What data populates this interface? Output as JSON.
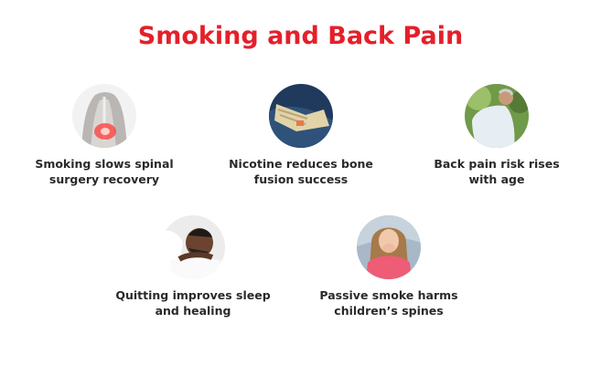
{
  "title": "Smoking and Back Pain",
  "accent_color": "#e4202a",
  "items": [
    {
      "label_line1": "Smoking slows spinal",
      "label_line2": "surgery recovery",
      "image": "back-pain-spine-image"
    },
    {
      "label_line1": "Nicotine reduces bone",
      "label_line2": "fusion success",
      "image": "foot-bone-xray-image"
    },
    {
      "label_line1": "Back pain risk rises",
      "label_line2": "with age",
      "image": "elderly-man-back-pain-image"
    },
    {
      "label_line1": "Quitting improves sleep",
      "label_line2": "and healing",
      "image": "man-sleeping-image"
    },
    {
      "label_line1": "Passive smoke harms",
      "label_line2": "children’s spines",
      "image": "child-covering-mouth-image"
    }
  ]
}
